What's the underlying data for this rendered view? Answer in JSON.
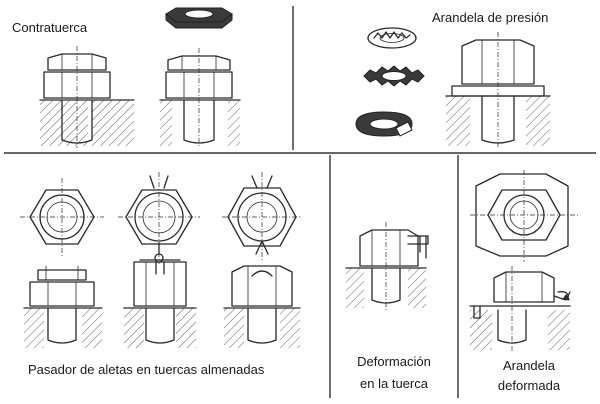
{
  "labels": {
    "contratuerca": "Contratuerca",
    "arandela_presion": "Arandela de presión",
    "pasador": "Pasador de aletas en tuercas almenadas",
    "deformacion_line1": "Deformación",
    "deformacion_line2": "en la tuerca",
    "arandela_line1": "Arandela",
    "arandela_line2": "deformada"
  }
}
